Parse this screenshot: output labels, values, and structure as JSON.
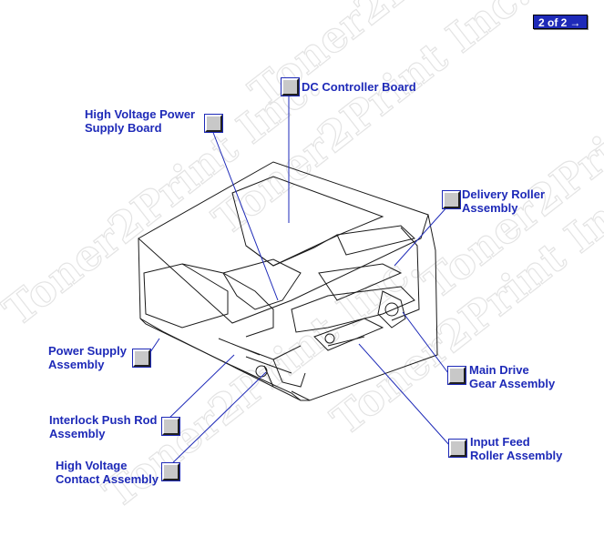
{
  "pager": {
    "label": "2 of 2",
    "arrow": "→"
  },
  "watermark": {
    "text": "Toner2Print Inc."
  },
  "colors": {
    "callout": "#1e2ab8",
    "line": "#1e2ab8",
    "drawing": "#1a1a1a"
  },
  "callouts": {
    "dc_controller": {
      "line1": "DC Controller Board",
      "line2": ""
    },
    "hv_power_supply": {
      "line1": "High Voltage Power",
      "line2": "Supply Board"
    },
    "delivery_roller": {
      "line1": "Delivery Roller",
      "line2": "Assembly"
    },
    "power_supply": {
      "line1": "Power Supply",
      "line2": "Assembly"
    },
    "main_drive": {
      "line1": "Main Drive",
      "line2": "Gear Assembly"
    },
    "interlock": {
      "line1": "Interlock Push Rod",
      "line2": "Assembly"
    },
    "input_feed": {
      "line1": "Input Feed",
      "line2": "Roller Assembly"
    },
    "hv_contact": {
      "line1": "High Voltage",
      "line2": "Contact Assembly"
    }
  }
}
